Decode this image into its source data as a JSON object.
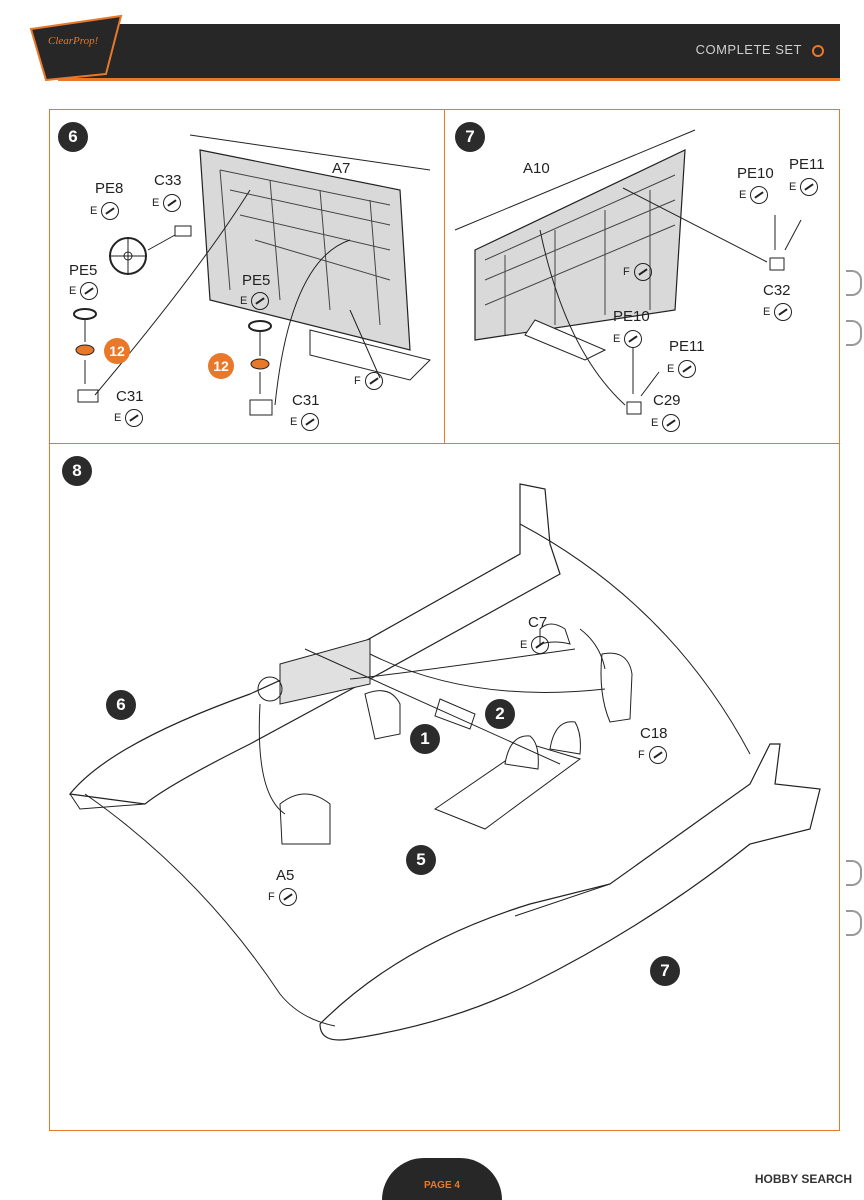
{
  "header": {
    "set_label": "COMPLETE SET",
    "logo_text": "ClearProp!"
  },
  "footer": {
    "page_label": "PAGE 4",
    "watermark": "HOBBY SEARCH"
  },
  "steps": [
    {
      "number": "6",
      "parts": [
        "PE8",
        "C33",
        "A7",
        "PE5",
        "PE5",
        "C31",
        "C31"
      ],
      "tags": [
        "E",
        "E",
        "E",
        "E",
        "F",
        "E",
        "E"
      ],
      "badge": "12"
    },
    {
      "number": "7",
      "parts": [
        "A10",
        "PE10",
        "PE11",
        "C32",
        "PE10",
        "PE11",
        "C29"
      ],
      "tags": [
        "F",
        "E",
        "E",
        "E",
        "E",
        "E",
        "E"
      ]
    },
    {
      "number": "8",
      "parts": [
        "C7",
        "C18",
        "A5"
      ],
      "tags": [
        "E",
        "F",
        "F"
      ],
      "subassemblies": [
        "6",
        "2",
        "1",
        "5",
        "7"
      ]
    }
  ]
}
